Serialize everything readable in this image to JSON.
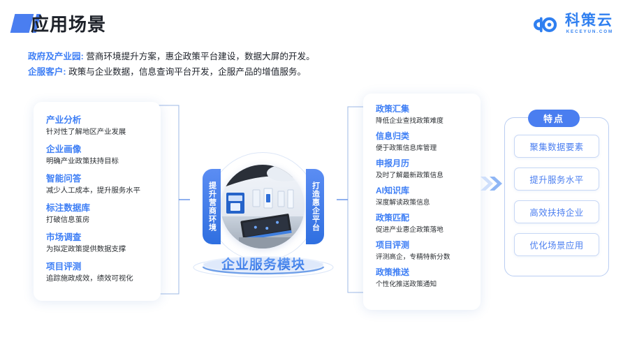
{
  "header": {
    "title": "应用场景",
    "accent_color": "#4a7ef0",
    "logo": {
      "cn": "科策云",
      "en": "KECEYUN.COM",
      "icon": "cloud-logo-icon"
    }
  },
  "intro": [
    {
      "key": "政府及产业园:",
      "text": " 营商环境提升方案，惠企政策平台建设，数据大屏的开发。"
    },
    {
      "key": "企服客户:",
      "text": " 政策与企业数据，信息查询平台开发，企服产品的增值服务。"
    }
  ],
  "left_card": {
    "items": [
      {
        "title": "产业分析",
        "desc": "针对性了解地区产业发展"
      },
      {
        "title": "企业画像",
        "desc": "明确产业政策扶持目标"
      },
      {
        "title": "智能问答",
        "desc": "减少人工成本，提升服务水平"
      },
      {
        "title": "标注数据库",
        "desc": "打破信息茧房"
      },
      {
        "title": "市场调查",
        "desc": "为拟定政策提供数据支撑"
      },
      {
        "title": "项目评测",
        "desc": "追踪施政成效，绩效可视化"
      }
    ]
  },
  "mid_card": {
    "items": [
      {
        "title": "政策汇集",
        "desc": "降低企业查找政策难度"
      },
      {
        "title": "信息归类",
        "desc": "便于政策信息库管理"
      },
      {
        "title": "申报月历",
        "desc": "及时了解最新政策信息"
      },
      {
        "title": "AI知识库",
        "desc": "深度解读政策信息"
      },
      {
        "title": "政策匹配",
        "desc": "促进产业惠企政策落地"
      },
      {
        "title": "项目评测",
        "desc": "评测高企，专精特新分数"
      },
      {
        "title": "政策推送",
        "desc": "个性化推送政策通知"
      }
    ]
  },
  "hub": {
    "left_label": "提升营商环境",
    "right_label": "打造惠企平台",
    "title": "企业服务模块",
    "photo_alt": "exhibition-hall-photo"
  },
  "arrow": {
    "icon": "double-chevron-right-icon"
  },
  "features": {
    "badge": "特点",
    "items": [
      "聚集数据要素",
      "提升服务水平",
      "高效扶持企业",
      "优化场景应用"
    ]
  }
}
